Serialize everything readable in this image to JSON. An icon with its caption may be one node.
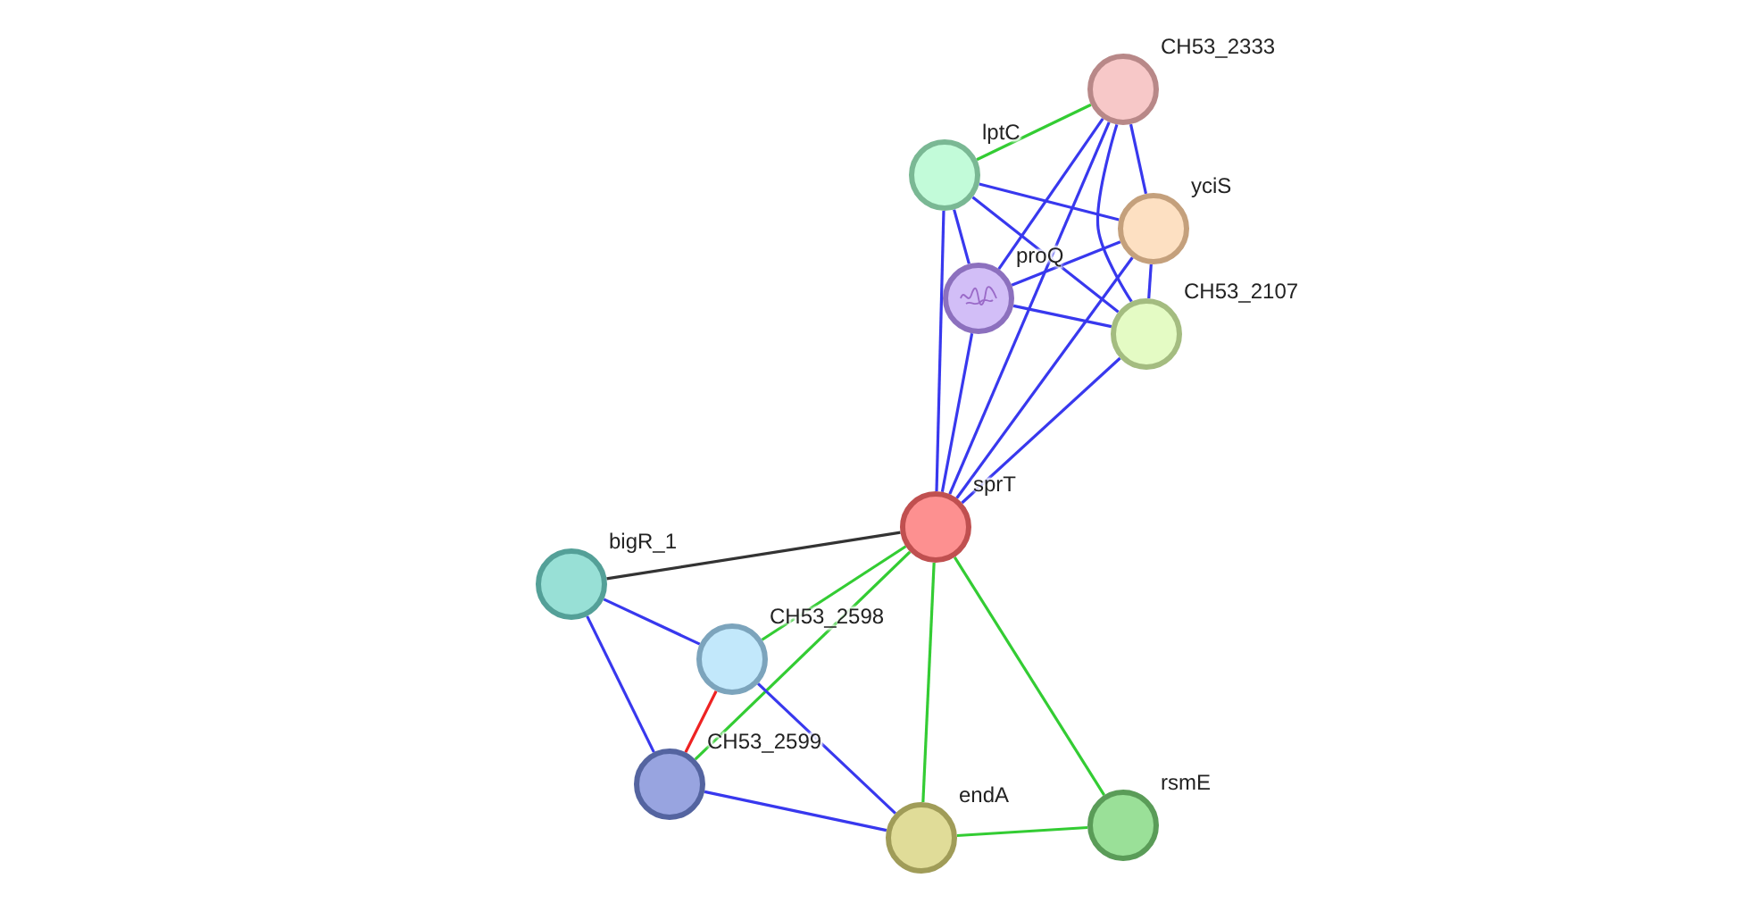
{
  "diagram": {
    "nodes": [
      {
        "text": [
          "CH53_2333"
        ]
      },
      {
        "text": [
          "lptC"
        ]
      },
      {
        "text": [
          "yciS"
        ]
      },
      {
        "text": [
          "proQ"
        ]
      },
      {
        "text": [
          "CH53_2107"
        ]
      },
      {
        "text": [
          "sprT"
        ]
      },
      {
        "text": [
          "bigR_1"
        ]
      },
      {
        "text": [
          "CH53_2598"
        ]
      },
      {
        "text": [
          "CH53_2599"
        ]
      },
      {
        "text": [
          "endA"
        ]
      },
      {
        "text": [
          "rsmE"
        ]
      }
    ],
    "edges": [
      {
        "from": 0,
        "to": 1,
        "arrow": "none",
        "color": "#33cc33"
      },
      {
        "from": 0,
        "to": 2,
        "arrow": "none"
      },
      {
        "from": 0,
        "to": 4,
        "arrow": "none"
      },
      {
        "from": 0,
        "to": 3,
        "arrow": "none"
      },
      {
        "from": 0,
        "to": 5,
        "arrow": "none"
      },
      {
        "from": 1,
        "to": 2,
        "arrow": "none"
      },
      {
        "from": 1,
        "to": 4,
        "arrow": "none"
      },
      {
        "from": 1,
        "to": 3,
        "arrow": "none"
      },
      {
        "from": 1,
        "to": 5,
        "arrow": "none"
      },
      {
        "from": 2,
        "to": 3,
        "arrow": "none"
      },
      {
        "from": 2,
        "to": 5,
        "arrow": "none"
      },
      {
        "from": 2,
        "to": 4,
        "arrow": "none"
      },
      {
        "from": 3,
        "to": 4,
        "arrow": "none"
      },
      {
        "from": 3,
        "to": 5,
        "arrow": "none"
      },
      {
        "from": 4,
        "to": 5,
        "arrow": "none"
      },
      {
        "from": 5,
        "to": 6,
        "arrow": "none",
        "color": "#333333"
      },
      {
        "from": 5,
        "to": 7,
        "arrow": "none",
        "color": "#33cc33"
      },
      {
        "from": 5,
        "to": 8,
        "arrow": "none",
        "color": "#33cc33"
      },
      {
        "from": 5,
        "to": 9,
        "arrow": "none",
        "color": "#33cc33"
      },
      {
        "from": 5,
        "to": 10,
        "arrow": "none",
        "color": "#33cc33"
      },
      {
        "from": 6,
        "to": 7,
        "arrow": "none"
      },
      {
        "from": 6,
        "to": 8,
        "arrow": "none"
      },
      {
        "from": 7,
        "to": 8,
        "arrow": "none",
        "color": "#ee2222"
      },
      {
        "from": 7,
        "to": 9,
        "arrow": "none"
      },
      {
        "from": 8,
        "to": 9,
        "arrow": "none"
      },
      {
        "from": 9,
        "to": 10,
        "arrow": "none",
        "color": "#33cc33"
      }
    ]
  }
}
